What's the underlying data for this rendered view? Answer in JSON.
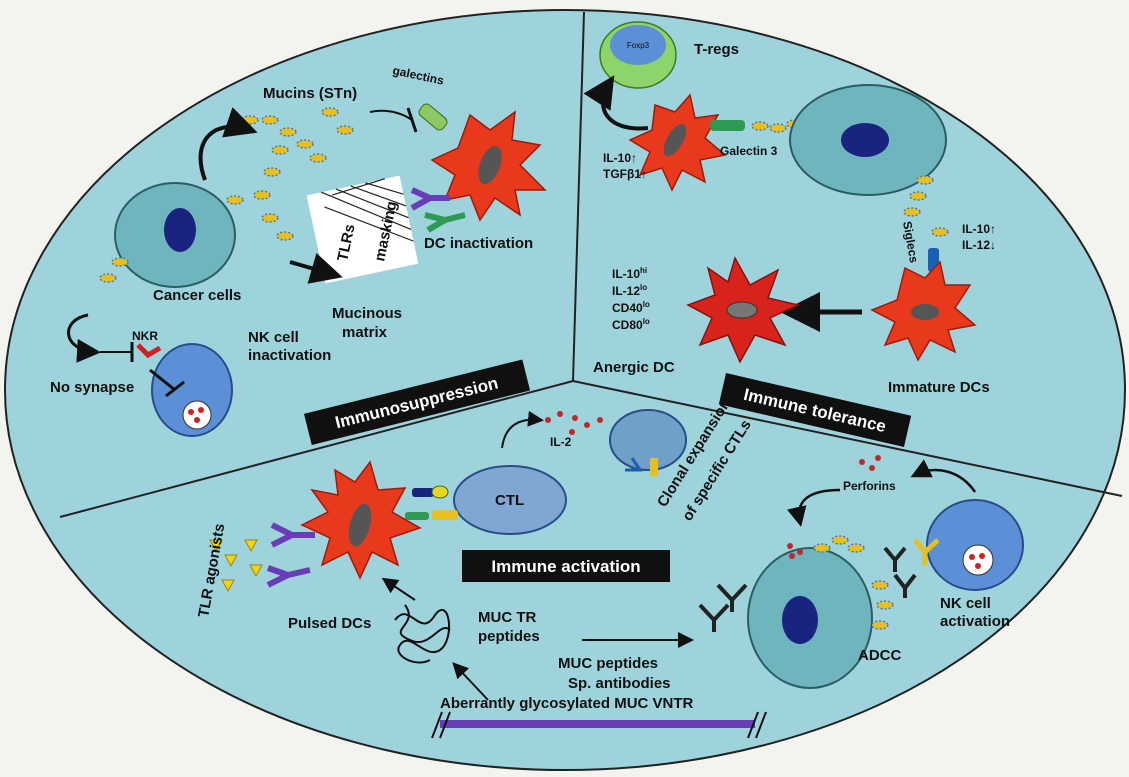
{
  "sections": {
    "immunosuppression": "Immunosuppression",
    "immune_tolerance": "Immune tolerance",
    "immune_activation": "Immune activation"
  },
  "labels": {
    "mucins": "Mucins (STn)",
    "galectins": "galectins",
    "tlrs": "TLRs",
    "masking": "masking",
    "dc_inactivation": "DC inactivation",
    "cancer_cells": "Cancer cells",
    "mucinous_matrix_1": "Mucinous",
    "mucinous_matrix_2": "matrix",
    "nkr": "NKR",
    "nk_inactivation_1": "NK cell",
    "nk_inactivation_2": "inactivation",
    "no_synapse": "No synapse",
    "foxp3": "Foxp3",
    "tregs": "T-regs",
    "il10_up": "IL-10↑",
    "tgfb1_up": "TGFβ1↑",
    "galectin3": "Galectin 3",
    "siglecs": "Siglecs",
    "il10_up_right": "IL-10↑",
    "il12_down": "IL-12↓",
    "il10_hi": "IL-10",
    "il10_hi_sup": "hi",
    "il12_lo": "IL-12",
    "il12_lo_sup": "lo",
    "cd40_lo": "CD40",
    "cd40_lo_sup": "lo",
    "cd80_lo": "CD80",
    "cd80_lo_sup": "lo",
    "anergic_dc": "Anergic DC",
    "immature_dcs": "Immature DCs",
    "il2": "IL-2",
    "ctl": "CTL",
    "clonal_1": "Clonal expansion",
    "clonal_2": "of specific CTLs",
    "tlr_agonists": "TLR agonists",
    "pulsed_dcs": "Pulsed DCs",
    "perforins": "Perforins",
    "nk_activation_1": "NK cell",
    "nk_activation_2": "activation",
    "adcc": "ADCC",
    "muc_tr_1": "MUC TR",
    "muc_tr_2": "peptides",
    "muc_peptides": "MUC peptides",
    "sp_antibodies": "Sp. antibodies",
    "aberrant_muc": "Aberrantly glycosylated MUC VNTR"
  },
  "colors": {
    "background_oval": "#9fd3dc",
    "cell_fill": "#6fb5bd",
    "nucleus": "#1a237e",
    "dc_red": "#e8391d",
    "anergic_red": "#d7231c",
    "nk_blue": "#5b8fd6",
    "mucin_yellow": "#e6c020",
    "banner": "#101010",
    "vntr_bar": "#6a3db8"
  }
}
